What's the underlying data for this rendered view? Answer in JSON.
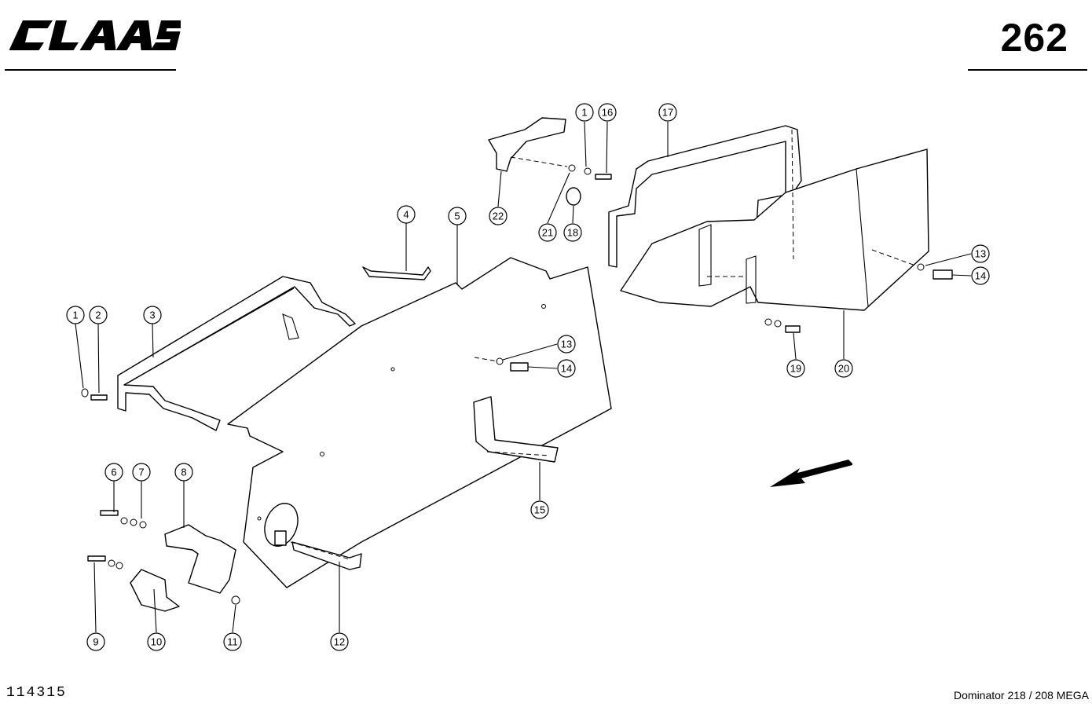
{
  "header": {
    "brand": "CLAAS",
    "page_number": "262"
  },
  "footer": {
    "document_number": "114315",
    "model": "Dominator 218 / 208 MEGA"
  },
  "callouts": [
    {
      "id": "c1a",
      "label": "1"
    },
    {
      "id": "c2",
      "label": "2"
    },
    {
      "id": "c3",
      "label": "3"
    },
    {
      "id": "c4",
      "label": "4"
    },
    {
      "id": "c5",
      "label": "5"
    },
    {
      "id": "c6",
      "label": "6"
    },
    {
      "id": "c7",
      "label": "7"
    },
    {
      "id": "c8",
      "label": "8"
    },
    {
      "id": "c9",
      "label": "9"
    },
    {
      "id": "c10",
      "label": "10"
    },
    {
      "id": "c11",
      "label": "11"
    },
    {
      "id": "c12",
      "label": "12"
    },
    {
      "id": "c13a",
      "label": "13"
    },
    {
      "id": "c14a",
      "label": "14"
    },
    {
      "id": "c15",
      "label": "15"
    },
    {
      "id": "c22",
      "label": "22"
    },
    {
      "id": "c21",
      "label": "21"
    },
    {
      "id": "c18",
      "label": "18"
    },
    {
      "id": "c1b",
      "label": "1"
    },
    {
      "id": "c16",
      "label": "16"
    },
    {
      "id": "c17",
      "label": "17"
    },
    {
      "id": "c13b",
      "label": "13"
    },
    {
      "id": "c14b",
      "label": "14"
    },
    {
      "id": "c19",
      "label": "19"
    },
    {
      "id": "c20",
      "label": "20"
    }
  ],
  "icons": {
    "direction_arrow": "arrow-icon"
  }
}
